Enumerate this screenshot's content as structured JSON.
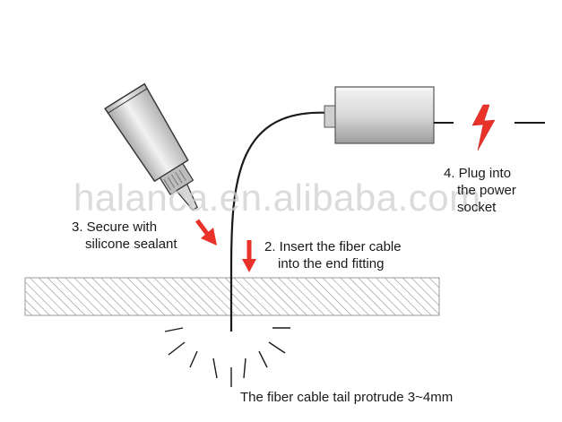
{
  "steps": {
    "secure": {
      "line1": "3. Secure with",
      "line2": "silicone sealant"
    },
    "insert": {
      "line1": "2. Insert the fiber cable",
      "line2": "into the end fitting"
    },
    "plug": {
      "line1": "4. Plug into",
      "line2": "the power",
      "line3": "socket"
    },
    "tail": "The fiber cable tail protrude 3~4mm"
  },
  "watermark": "halanca.en.alibaba.com",
  "colors": {
    "arrow": "#e8322a",
    "ink": "#1a1a1a",
    "hatch": "#9a9a9a"
  }
}
